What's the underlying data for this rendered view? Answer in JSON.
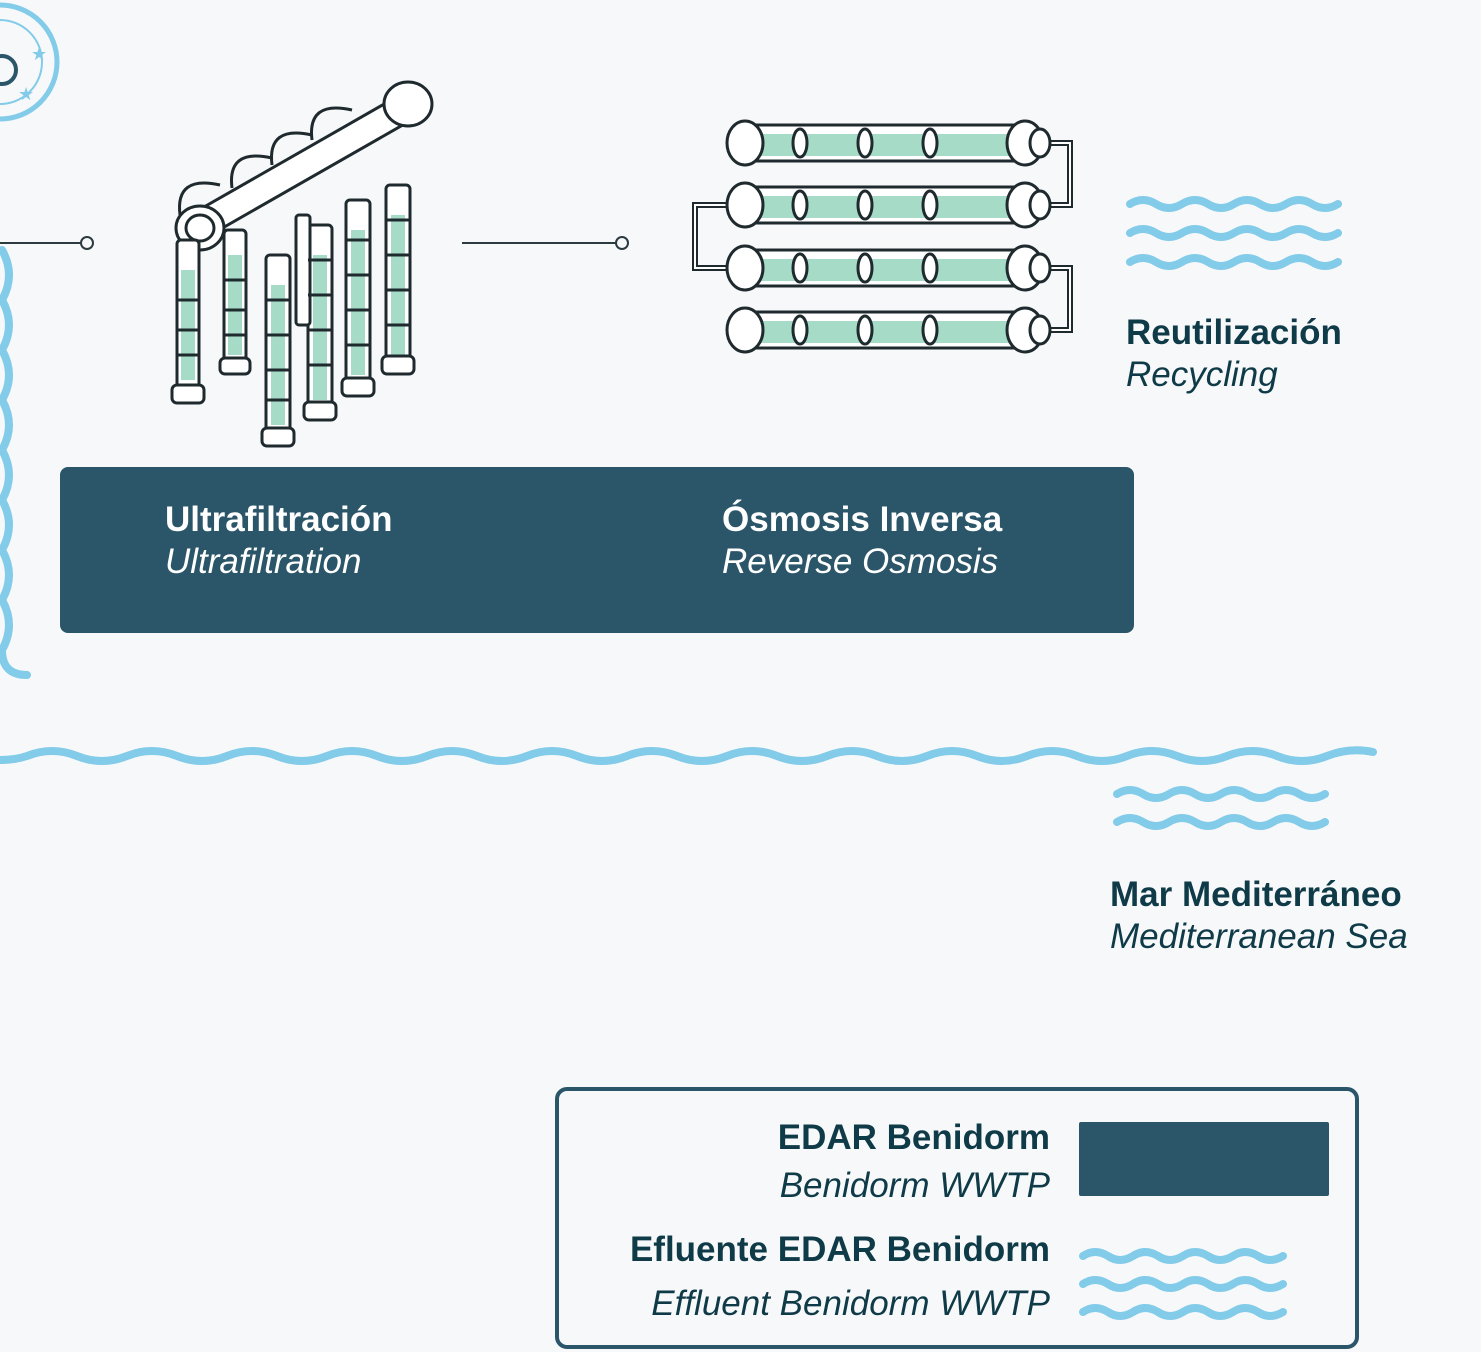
{
  "colors": {
    "background": "#f7f8fa",
    "dark_teal": "#2b5669",
    "text_dark": "#0f3a47",
    "wave_blue": "#82cbe9",
    "tube_fill": "#a6dcc7"
  },
  "stages": [
    {
      "name_es": "Ultrafiltración",
      "name_en": "Ultrafiltration"
    },
    {
      "name_es": "Ósmosis Inversa",
      "name_en": "Reverse Osmosis"
    }
  ],
  "outputs": {
    "recycling": {
      "name_es": "Reutilización",
      "name_en": "Recycling"
    },
    "sea": {
      "name_es": "Mar Mediterráneo",
      "name_en": "Mediterranean Sea"
    }
  },
  "legend": {
    "items": [
      {
        "name_es": "EDAR Benidorm",
        "name_en": "Benidorm WWTP",
        "swatch": "dark-bar"
      },
      {
        "name_es": "Efluente EDAR Benidorm",
        "name_en": "Effluent Benidorm WWTP",
        "swatch": "waves"
      }
    ]
  },
  "icons": [
    "seal-badge-icon",
    "ultrafiltration-modules-icon",
    "reverse-osmosis-tubes-icon",
    "water-waves-icon"
  ]
}
